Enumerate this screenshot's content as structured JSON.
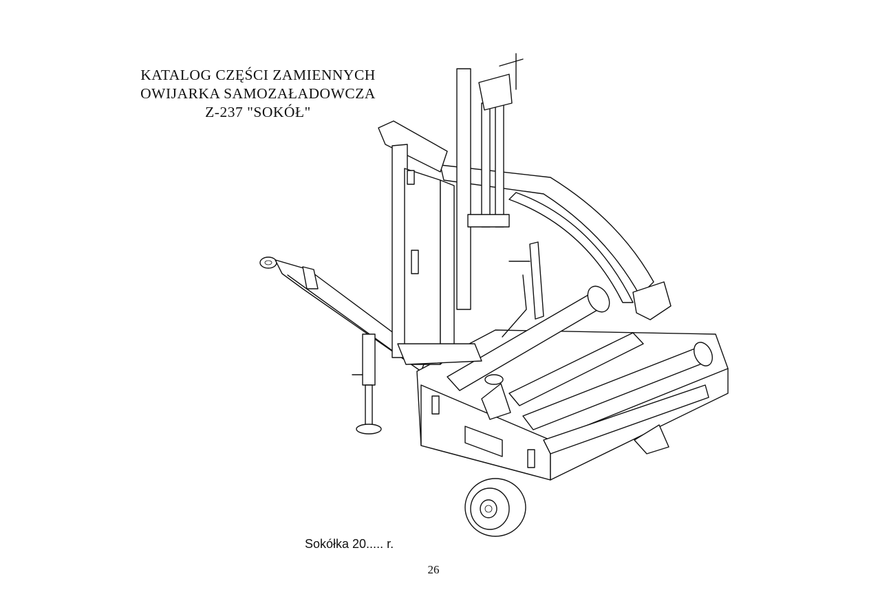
{
  "title": {
    "line1": "KATALOG CZĘŚCI ZAMIENNYCH",
    "line2": "OWIJARKA SAMOZAŁADOWCZA",
    "line3": "Z-237 \"SOKÓŁ\""
  },
  "caption": "Sokółka 20..... r.",
  "page_number": "26",
  "illustration": {
    "icon": "bale-wrapper-machine-drawing"
  }
}
